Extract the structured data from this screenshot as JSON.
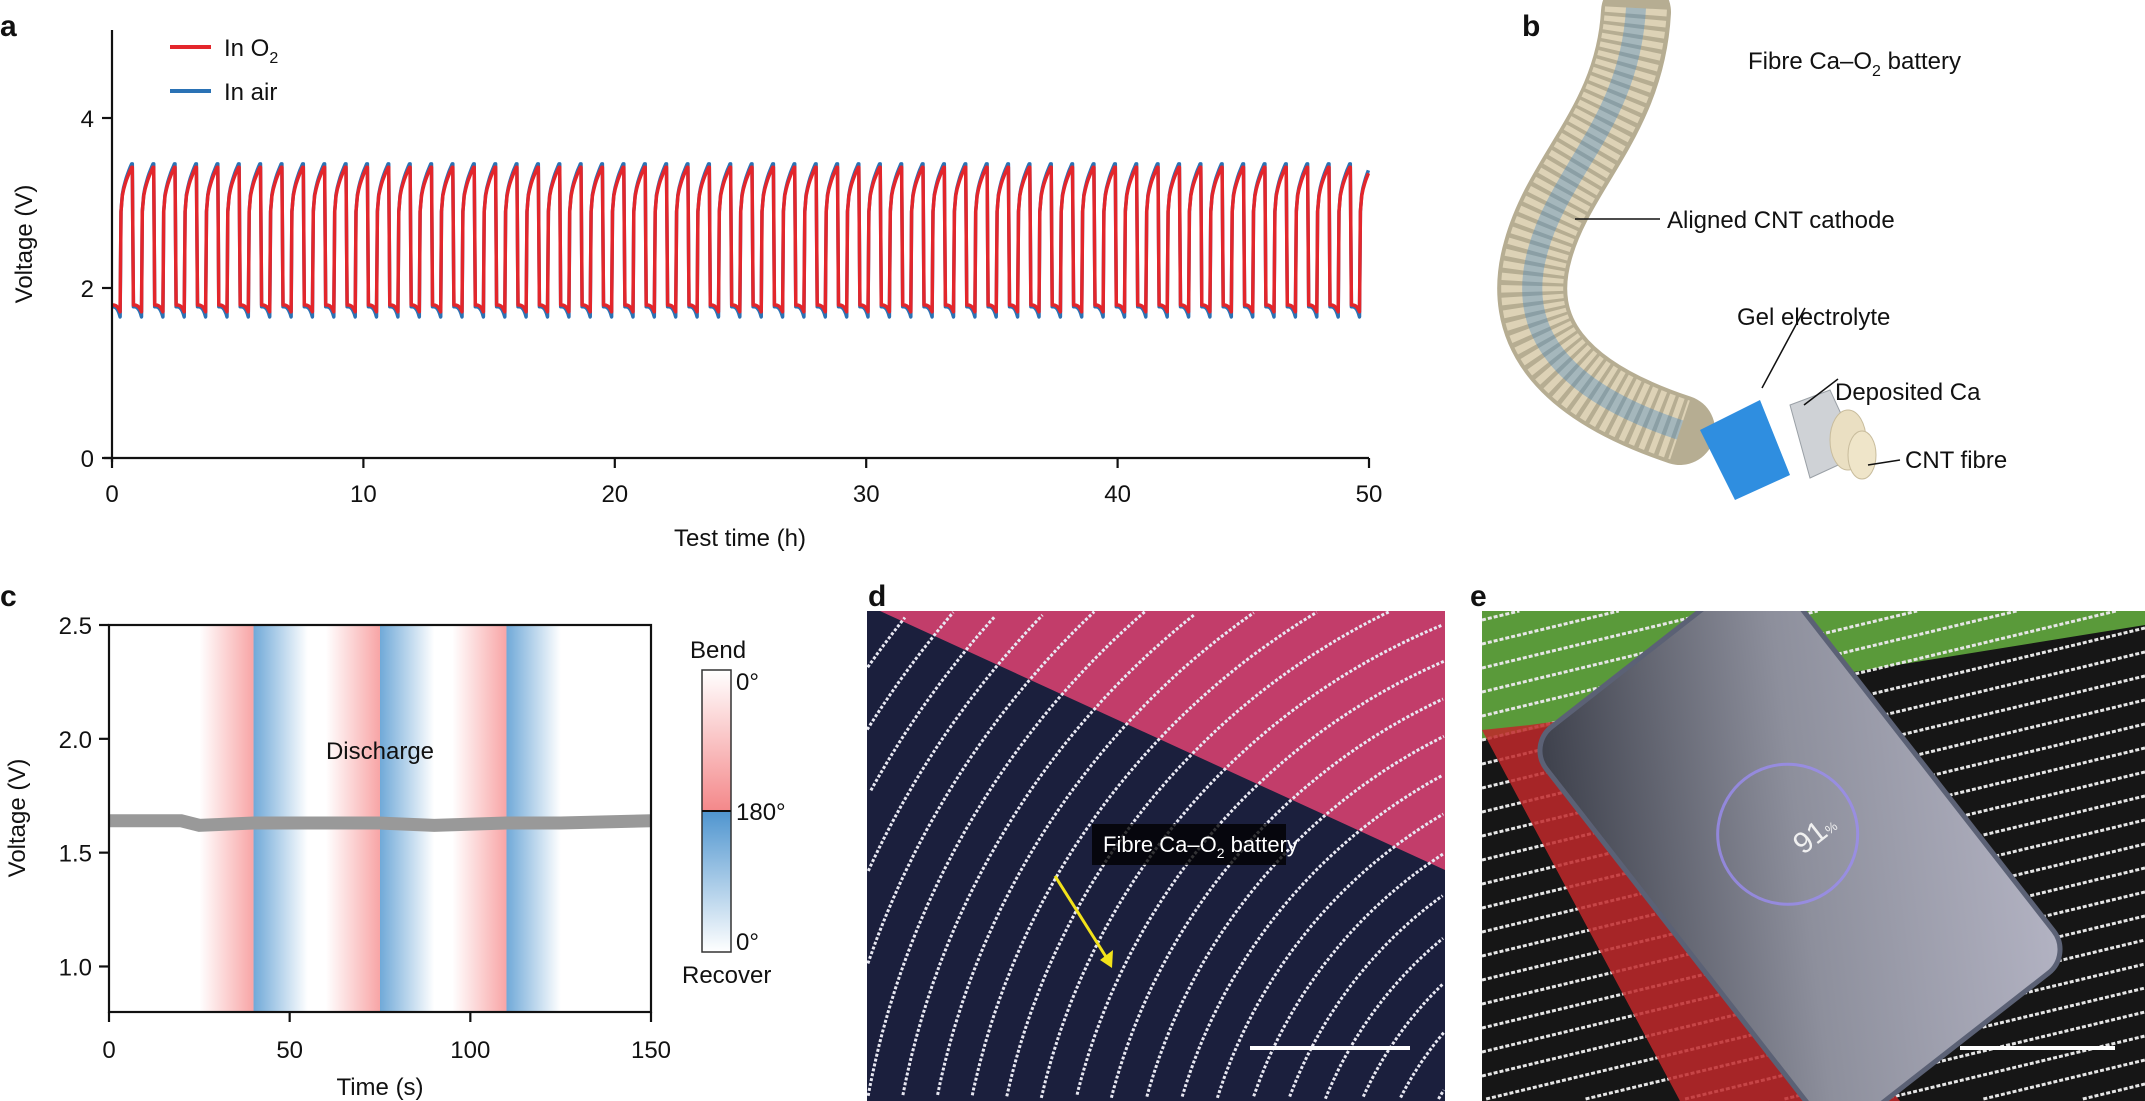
{
  "panels": {
    "a": "a",
    "b": "b",
    "c": "c",
    "d": "d",
    "e": "e"
  },
  "chart_data": [
    {
      "type": "line",
      "panel": "a",
      "xlabel": "Test time (h)",
      "ylabel": "Voltage (V)",
      "xlim": [
        0,
        50
      ],
      "ylim": [
        0,
        5
      ],
      "xticks": [
        "0",
        "10",
        "20",
        "30",
        "40",
        "50"
      ],
      "yticks": [
        "0",
        "2",
        "4"
      ],
      "legend": {
        "placement": "top-left",
        "entries": [
          {
            "name": "In O",
            "sub": "2",
            "color": "#e3262b"
          },
          {
            "name": "In air",
            "sub": "",
            "color": "#2a72b5"
          }
        ]
      },
      "series": [
        {
          "name": "In O2",
          "color": "#e3262b",
          "cycle_period_h": 0.85,
          "discharge_start_V": 1.8,
          "discharge_end_V": 1.72,
          "charge_max_V": 3.42
        },
        {
          "name": "In air",
          "color": "#2a72b5",
          "cycle_period_h": 0.85,
          "discharge_start_V": 1.78,
          "discharge_end_V": 1.66,
          "charge_max_V": 3.46
        }
      ]
    },
    {
      "type": "line",
      "panel": "c",
      "xlabel": "Time (s)",
      "ylabel": "Voltage (V)",
      "xlim": [
        0,
        150
      ],
      "ylim": [
        0.8,
        2.5
      ],
      "xticks": [
        "0",
        "50",
        "100",
        "150"
      ],
      "yticks": [
        "1.0",
        "1.5",
        "2.0",
        "2.5"
      ],
      "annotation": "Discharge",
      "series": [
        {
          "name": "Discharge voltage",
          "color": "#999999",
          "x": [
            0,
            20,
            25,
            40,
            55,
            75,
            90,
            110,
            125,
            150
          ],
          "y": [
            1.64,
            1.64,
            1.62,
            1.63,
            1.63,
            1.63,
            1.62,
            1.63,
            1.63,
            1.64
          ]
        }
      ],
      "bands": [
        {
          "type": "bend",
          "start": 25,
          "end": 40
        },
        {
          "type": "recover",
          "start": 40,
          "end": 55
        },
        {
          "type": "bend",
          "start": 60,
          "end": 75
        },
        {
          "type": "recover",
          "start": 75,
          "end": 90
        },
        {
          "type": "bend",
          "start": 95,
          "end": 110
        },
        {
          "type": "recover",
          "start": 110,
          "end": 125
        }
      ],
      "colorbar": {
        "top_label": "Bend",
        "bottom_label": "Recover",
        "ticks": [
          "0°",
          "180°",
          "0°"
        ],
        "bend_color": "#f4888a",
        "recover_color": "#4f95cf"
      }
    }
  ],
  "diagram_b": {
    "title": "Fibre Ca–O",
    "title_sub": "2",
    "title_end": " battery",
    "labels": [
      "Aligned CNT cathode",
      "Gel electrolyte",
      "Deposited Ca",
      "CNT fibre"
    ]
  },
  "photo_d": {
    "label": "Fibre Ca–O",
    "label_sub": "2",
    "label_end": " battery"
  },
  "photo_e": {
    "battery_percent": "91",
    "percent_sign": "%"
  }
}
